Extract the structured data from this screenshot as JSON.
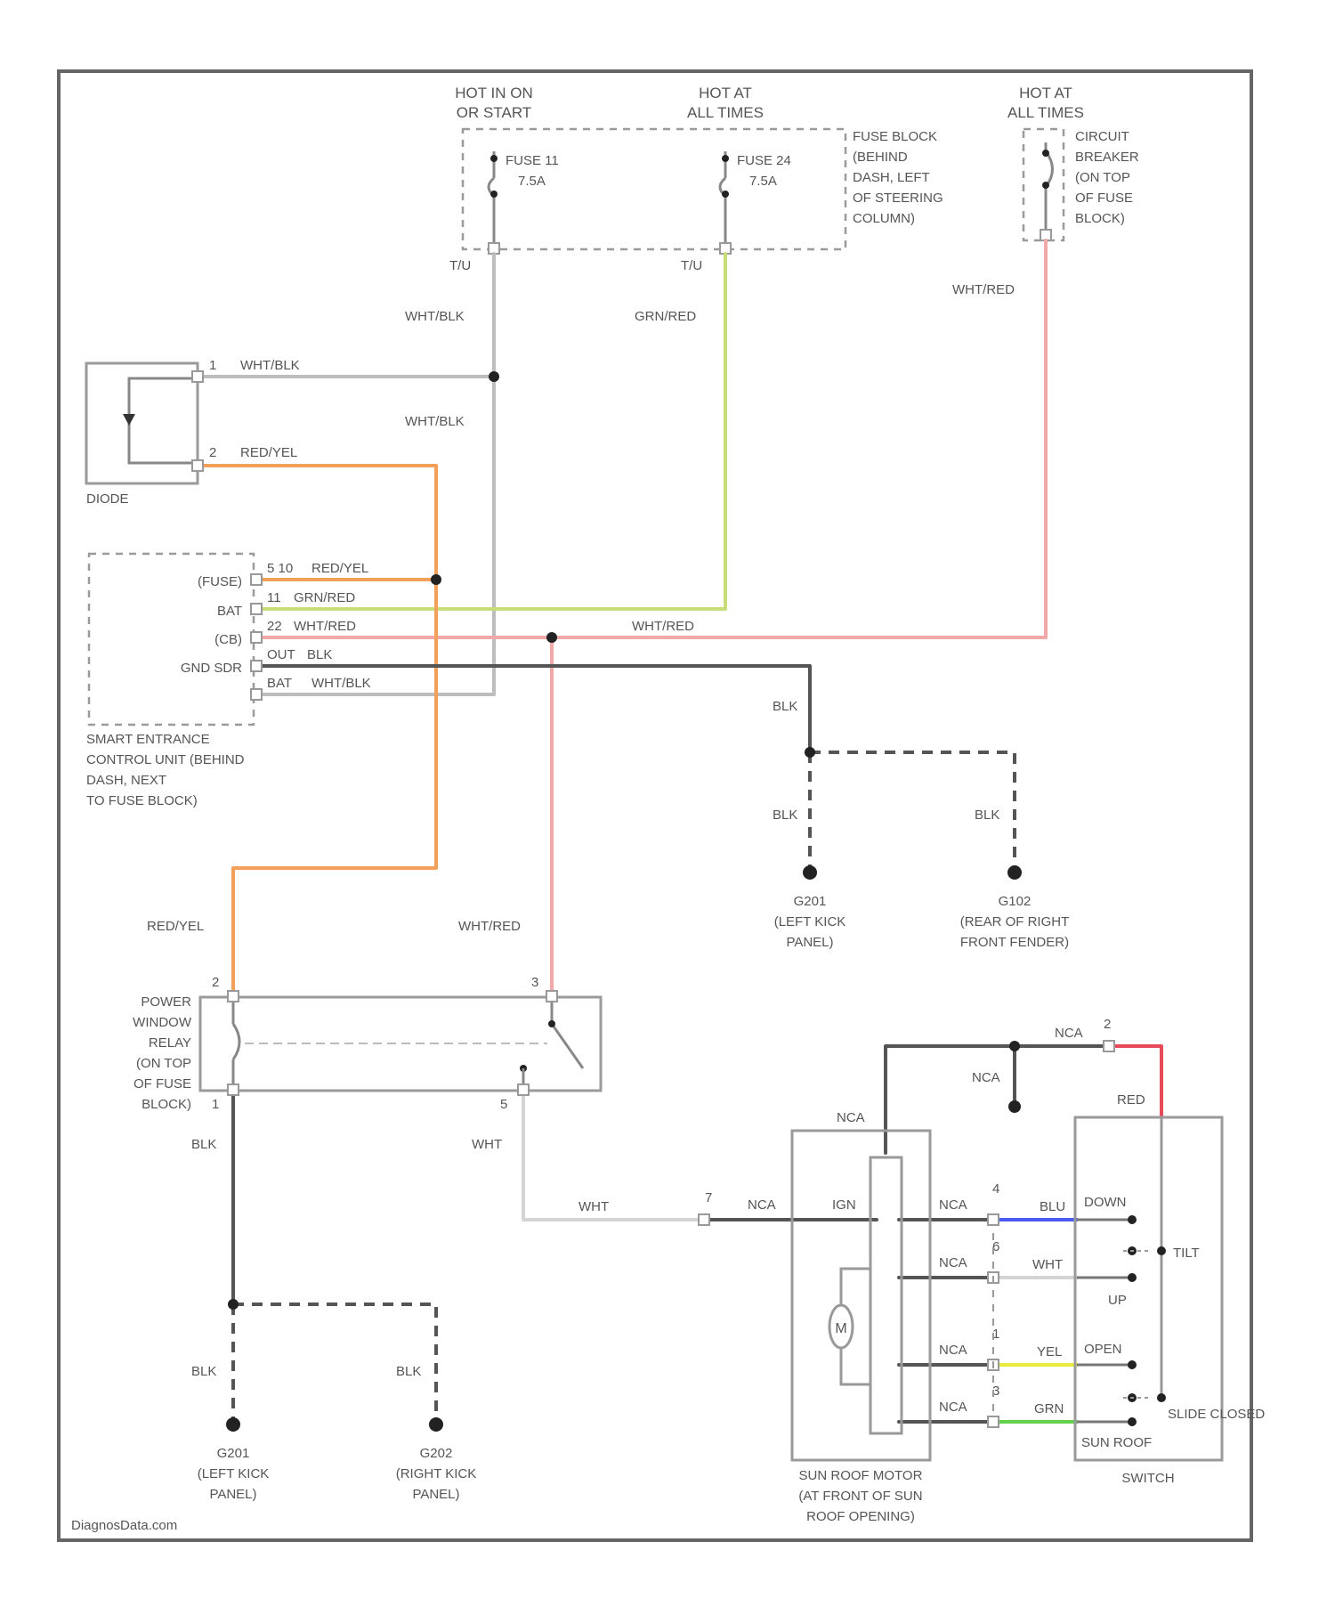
{
  "colors": {
    "wht_blk": "#bdbdbd",
    "red_yel": "#f2a05a",
    "grn_red": "#c6dd78",
    "wht_red": "#f0a8a8",
    "blk": "#555555",
    "red": "#e84a5a",
    "blu": "#4a5cf0",
    "wht": "#d4d4d4",
    "yel": "#e8ea3c",
    "grn": "#62d24a"
  },
  "header": {
    "hot_in_on": [
      "HOT IN ON",
      "OR START"
    ],
    "hot_at_all_1": [
      "HOT AT",
      "ALL TIMES"
    ],
    "hot_at_all_2": [
      "HOT AT",
      "ALL TIMES"
    ]
  },
  "fuse_block": {
    "fuse11": [
      "FUSE 11",
      "7.5A"
    ],
    "fuse24": [
      "FUSE 24",
      "7.5A"
    ],
    "label": [
      "FUSE BLOCK",
      "(BEHIND",
      "DASH, LEFT",
      "OF STEERING",
      "COLUMN)"
    ],
    "pin_left": "T/U",
    "pin_right": "T/U"
  },
  "circuit_breaker": {
    "label": [
      "CIRCUIT",
      "BREAKER",
      "(ON TOP",
      "OF FUSE",
      "BLOCK)"
    ]
  },
  "wires": {
    "wht_blk_1": "WHT/BLK",
    "grn_red": "GRN/RED",
    "wht_red_top": "WHT/RED",
    "wht_blk_2": "WHT/BLK",
    "wht_red_mid": "WHT/RED",
    "red_yel_left": "RED/YEL",
    "wht_red_relay": "WHT/RED",
    "blk_1": "BLK",
    "blk_2": "BLK",
    "blk_3": "BLK",
    "blk_relay": "BLK",
    "blk_g201": "BLK",
    "blk_g202": "BLK",
    "wht_relay": "WHT",
    "wht_bottom": "WHT"
  },
  "diode": {
    "label": "DIODE",
    "pin1": "1",
    "pin2": "2",
    "wire1": "WHT/BLK",
    "wire2": "RED/YEL"
  },
  "secu": {
    "label": [
      "SMART ENTRANCE",
      "CONTROL UNIT (BEHIND",
      "DASH, NEXT",
      "TO FUSE BLOCK)"
    ],
    "pins": [
      {
        "name": "(FUSE)",
        "num": "5 10",
        "wire": "RED/YEL"
      },
      {
        "name": "BAT",
        "num": "11",
        "wire": "GRN/RED"
      },
      {
        "name": "(CB)",
        "num": "22",
        "wire": "WHT/RED"
      },
      {
        "name": "GND SDR",
        "num": "OUT",
        "wire": "BLK"
      },
      {
        "name": "",
        "num": "BAT",
        "wire": "WHT/BLK"
      }
    ]
  },
  "grounds": {
    "g201a": [
      "G201",
      "(LEFT KICK",
      "PANEL)"
    ],
    "g102": [
      "G102",
      "(REAR OF RIGHT",
      "FRONT FENDER)"
    ],
    "g201b": [
      "G201",
      "(LEFT KICK",
      "PANEL)"
    ],
    "g202": [
      "G202",
      "(RIGHT KICK",
      "PANEL)"
    ]
  },
  "relay": {
    "label": [
      "POWER",
      "WINDOW",
      "RELAY",
      "(ON TOP",
      "OF FUSE",
      "BLOCK)"
    ],
    "pin2": "2",
    "pin1": "1",
    "pin3": "3",
    "pin5": "5"
  },
  "motor": {
    "label": [
      "SUN ROOF MOTOR",
      "(AT FRONT OF SUN",
      "ROOF OPENING)"
    ],
    "ign": "IGN",
    "m": "M",
    "nca_top": "NCA",
    "nca_ign": "NCA",
    "nca_pins": [
      "NCA",
      "NCA",
      "NCA",
      "NCA"
    ],
    "pin7": "7",
    "pin_nums": [
      "4",
      "6",
      "1",
      "3"
    ]
  },
  "switch": {
    "label": [
      "SUN ROOF",
      "SWITCH"
    ],
    "tilt": "TILT",
    "down": "DOWN",
    "up": "UP",
    "open": "OPEN",
    "slide_closed": "SLIDE CLOSED",
    "red": "RED",
    "blu": "BLU",
    "wht": "WHT",
    "yel": "YEL",
    "grn": "GRN",
    "nca_top": "NCA",
    "nca_mid": "NCA",
    "pin2": "2"
  },
  "footer": {
    "brand": "DiagnosData.com"
  }
}
